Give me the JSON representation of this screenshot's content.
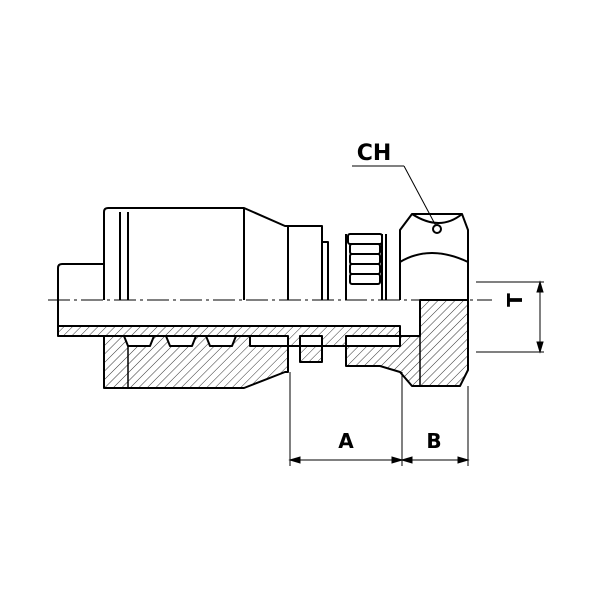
{
  "labels": {
    "hex": "CH",
    "thread": "T",
    "dim_a": "A",
    "dim_b": "B"
  },
  "colors": {
    "line": "#000000",
    "background": "#ffffff",
    "hatch": "#000000"
  }
}
